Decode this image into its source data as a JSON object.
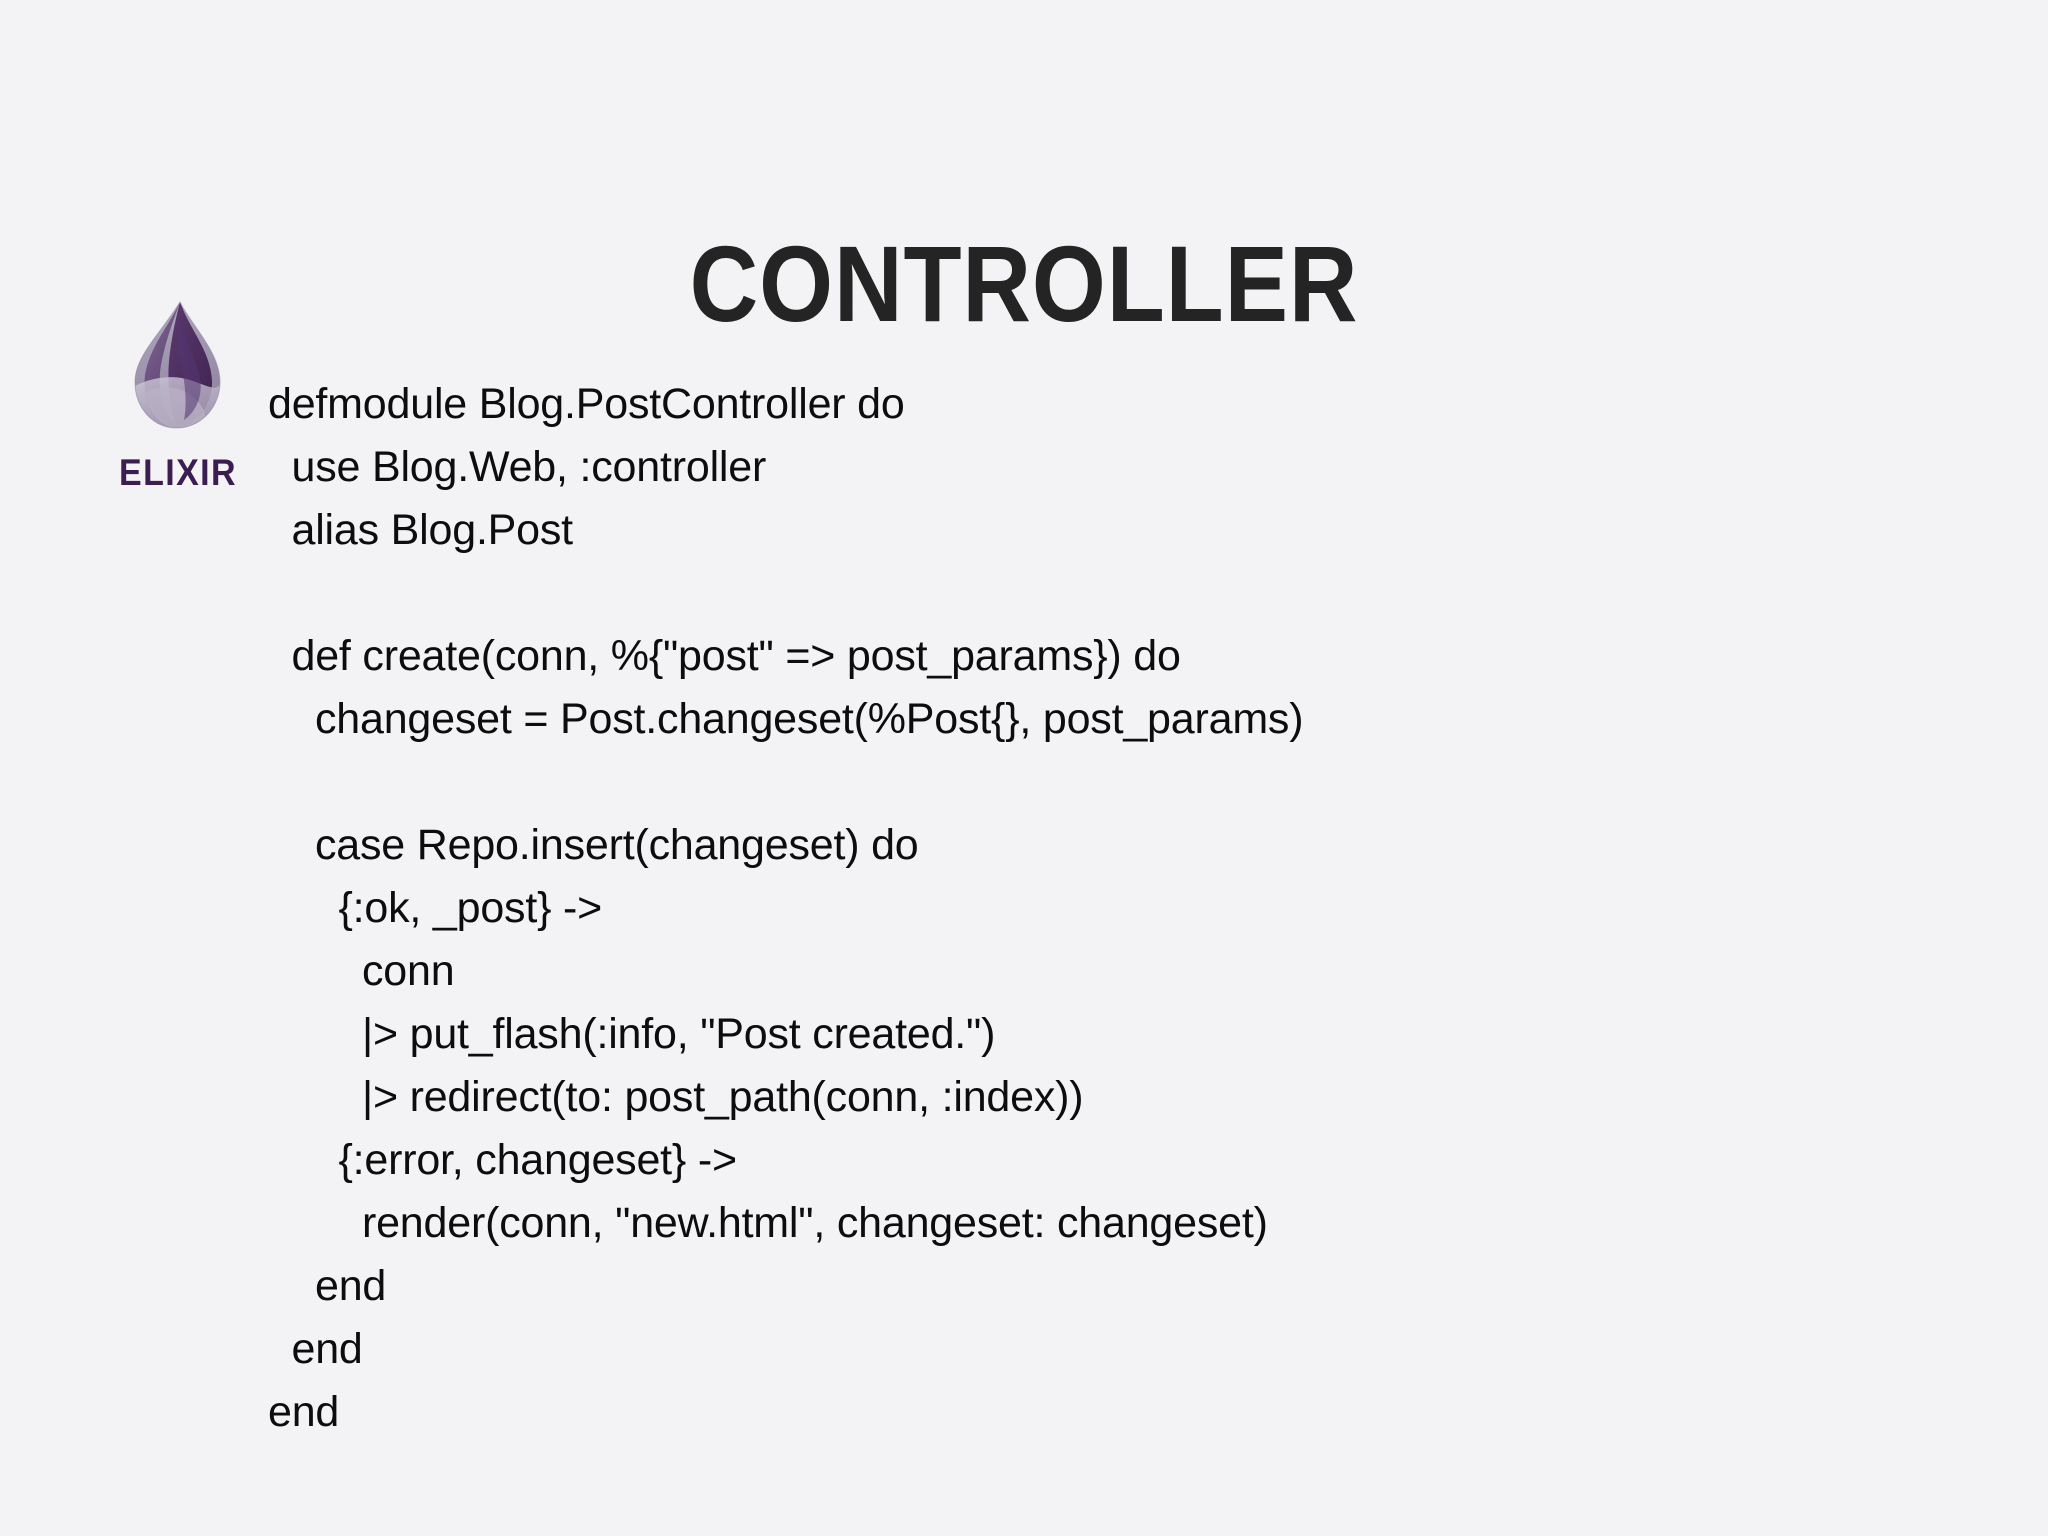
{
  "slide": {
    "title": "CONTROLLER",
    "background_color": "#f3f2f4",
    "title_color": "#242424",
    "code_color": "#0d0d0d"
  },
  "logo": {
    "name": "elixir-logo",
    "wordmark": "ELIXIR",
    "wordmark_color": "#3c1d52",
    "drop_colors": {
      "dark_purple": "#4b2a5e",
      "mid_purple": "#6b5280",
      "light_lavender": "#a9a0b5",
      "pale": "#c9c3d2"
    }
  },
  "code": {
    "language": "elixir",
    "lines": [
      "defmodule Blog.PostController do",
      "  use Blog.Web, :controller",
      "  alias Blog.Post",
      "",
      "  def create(conn, %{\"post\" => post_params}) do",
      "    changeset = Post.changeset(%Post{}, post_params)",
      "",
      "    case Repo.insert(changeset) do",
      "      {:ok, _post} ->",
      "        conn",
      "        |> put_flash(:info, \"Post created.\")",
      "        |> redirect(to: post_path(conn, :index))",
      "      {:error, changeset} ->",
      "        render(conn, \"new.html\", changeset: changeset)",
      "    end",
      "  end",
      "end"
    ]
  }
}
